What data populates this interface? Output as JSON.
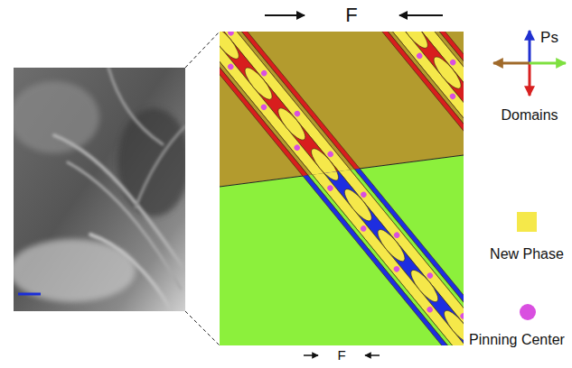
{
  "diagram": {
    "labels": [
      "F",
      "F",
      "Ps"
    ],
    "legend": [
      {
        "text": "Domains"
      },
      {
        "text": "New Phase",
        "color": "#f5e84a"
      },
      {
        "text": "Pinning Center",
        "color": "#d94fe0"
      }
    ]
  }
}
